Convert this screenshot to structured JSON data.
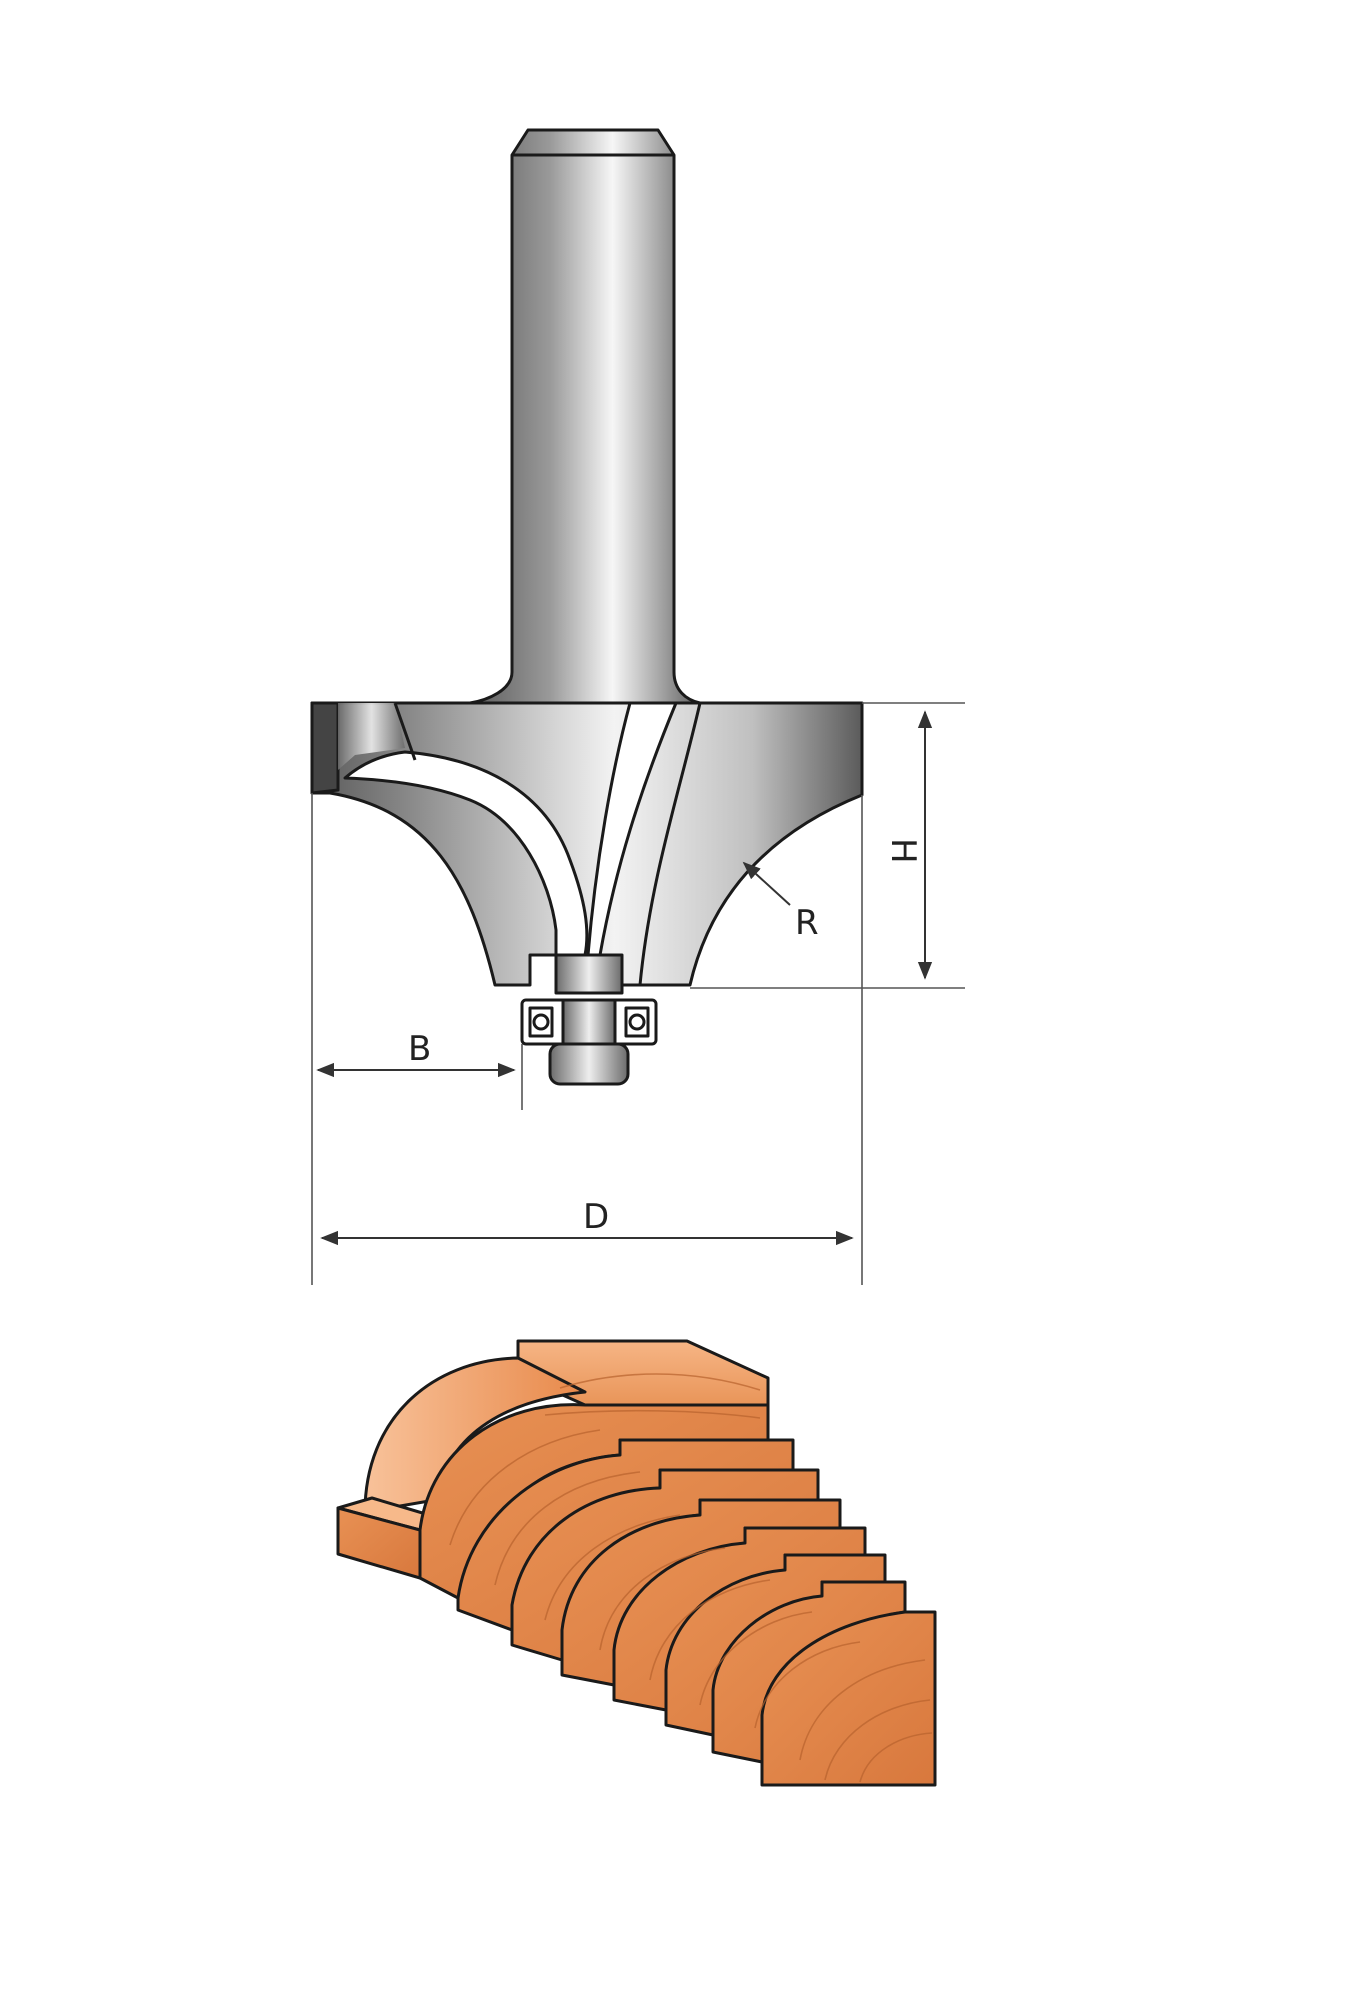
{
  "labels": {
    "height": "H",
    "radius": "R",
    "bearing_offset": "B",
    "diameter": "D"
  },
  "colors": {
    "metal_dark": "#5a5a5a",
    "metal_light": "#f4f4f4",
    "wood_light": "#f0a470",
    "wood_mid": "#e0854a",
    "wood_dark": "#c96a33",
    "line": "#1a1a1a"
  },
  "icons": {
    "bit": "router-bit-illustration",
    "profile": "wood-profile-illustration"
  }
}
